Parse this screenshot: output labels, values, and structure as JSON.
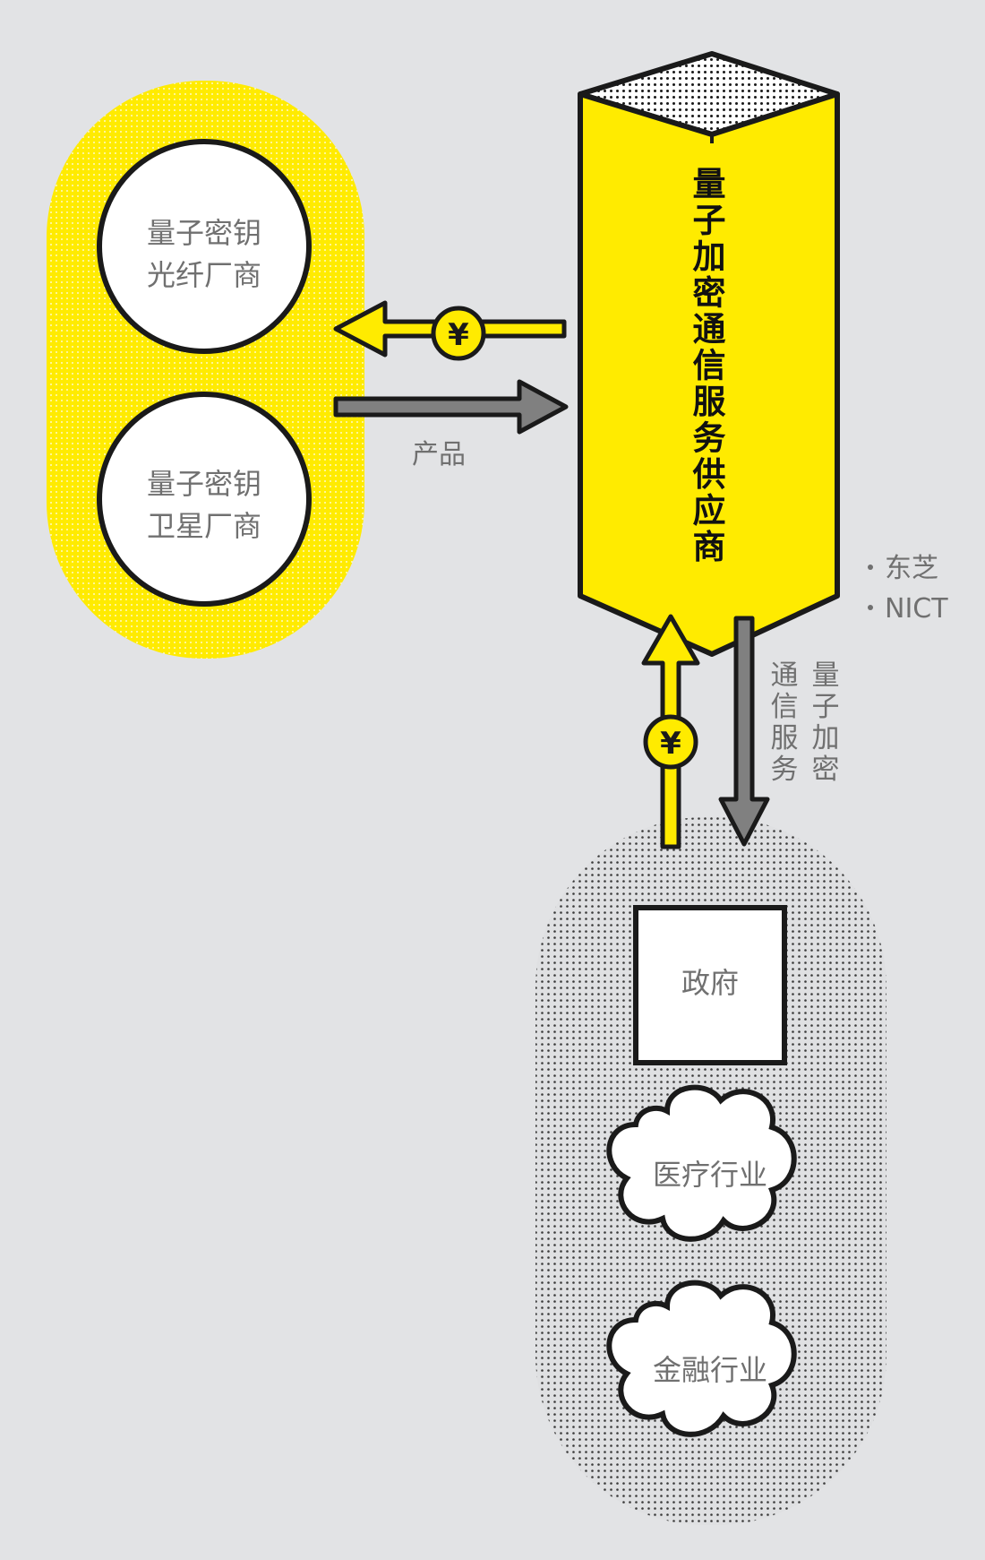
{
  "suppliers": {
    "fiber_line1": "量子密钥",
    "fiber_line2": "光纤厂商",
    "satellite_line1": "量子密钥",
    "satellite_line2": "卫星厂商"
  },
  "provider": {
    "title_chars": [
      "量",
      "子",
      "加",
      "密",
      "通",
      "信",
      "服",
      "务",
      "供",
      "应",
      "商"
    ],
    "examples": [
      "东芝",
      "NICT"
    ]
  },
  "flows": {
    "currency_symbol": "¥",
    "product_label": "产品",
    "service_col1": [
      "量",
      "子",
      "加",
      "密"
    ],
    "service_col2": [
      "通",
      "信",
      "服",
      "务"
    ]
  },
  "customers": {
    "government": "政府",
    "medical": "医疗行业",
    "finance": "金融行业"
  },
  "colors": {
    "background": "#e2e3e5",
    "accent_yellow": "#ffeb00",
    "arrow_gray": "#808080",
    "outline": "#1a1a1a",
    "label_gray": "#707070"
  }
}
